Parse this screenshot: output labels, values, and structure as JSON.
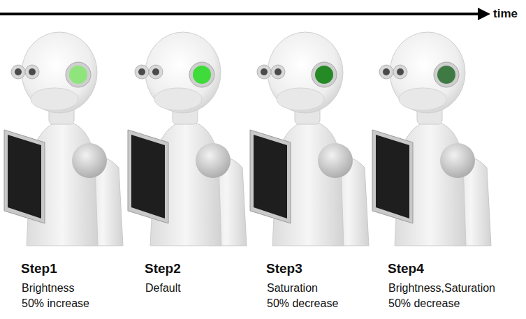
{
  "diagram": {
    "labels": [
      "time",
      "Step1",
      "Brightness 50% increase",
      "Step2",
      "Default",
      "Step3",
      "Saturation 50% decrease",
      "Step4",
      "Brightness,Saturation 50% decrease"
    ]
  }
}
